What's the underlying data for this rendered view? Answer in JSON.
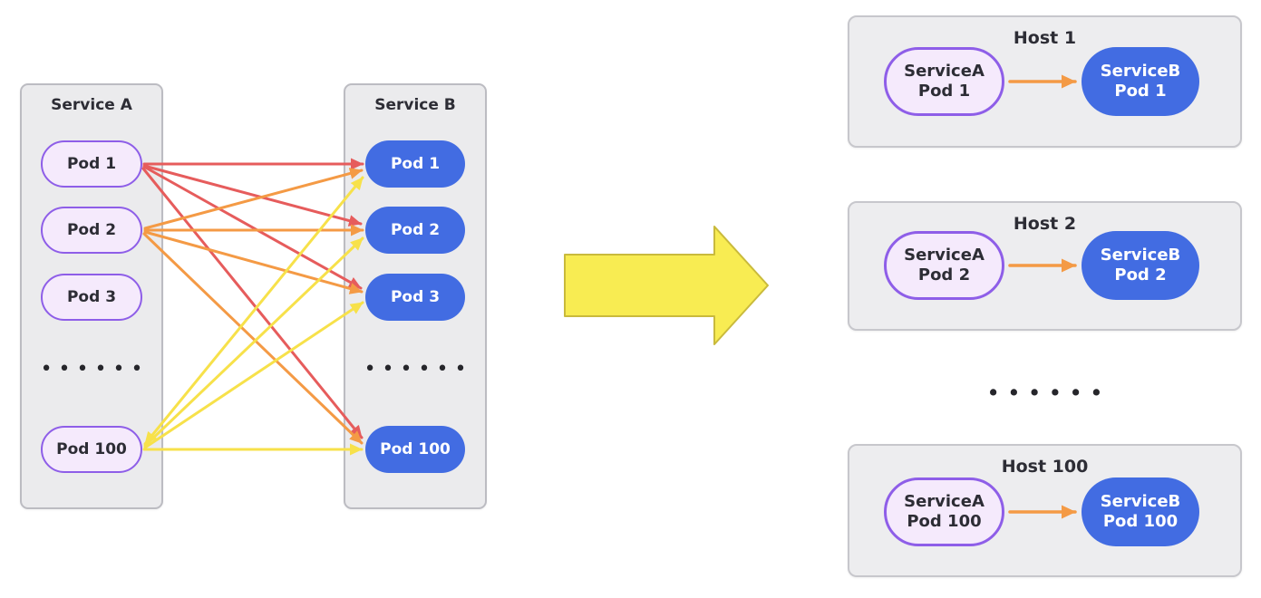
{
  "colors": {
    "panel_fill": "#ebebed",
    "panel_border": "#bcbcc2",
    "host_fill": "#ededef",
    "host_border": "#c7c7cc",
    "pod_a_fill": "#f5eafc",
    "pod_a_border": "#8e5ee8",
    "pod_b_fill": "#426ce2",
    "pod_b_text": "#ffffff",
    "text_dark": "#2d2d35",
    "arrow_red": "#e65c5c",
    "arrow_orange": "#f49a45",
    "arrow_yellow": "#f7e14a",
    "big_arrow_fill": "#f8ec52",
    "big_arrow_border": "#c9ba3c",
    "dots": "#26262b"
  },
  "mesh": {
    "service_a": {
      "title": "Service A",
      "pods": [
        "Pod 1",
        "Pod 2",
        "Pod 3"
      ],
      "dots": "••••••",
      "last_pod": "Pod 100"
    },
    "service_b": {
      "title": "Service B",
      "pods": [
        "Pod 1",
        "Pod 2",
        "Pod 3"
      ],
      "dots": "••••••",
      "last_pod": "Pod 100"
    }
  },
  "hosts": [
    {
      "title": "Host 1",
      "pod_a": {
        "line1": "ServiceA",
        "line2": "Pod 1"
      },
      "pod_b": {
        "line1": "ServiceB",
        "line2": "Pod 1"
      }
    },
    {
      "title": "Host 2",
      "pod_a": {
        "line1": "ServiceA",
        "line2": "Pod 2"
      },
      "pod_b": {
        "line1": "ServiceB",
        "line2": "Pod 2"
      }
    },
    {
      "title": "Host 100",
      "pod_a": {
        "line1": "ServiceA",
        "line2": "Pod 100"
      },
      "pod_b": {
        "line1": "ServiceB",
        "line2": "Pod 100"
      }
    }
  ],
  "hosts_dots": "••••••"
}
